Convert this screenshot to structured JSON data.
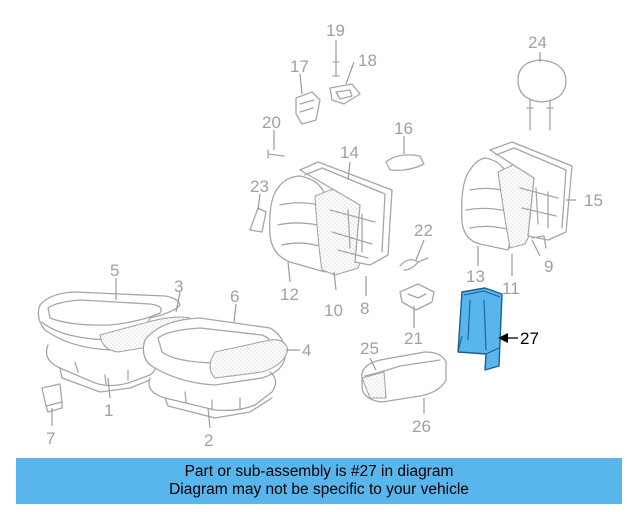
{
  "diagram": {
    "callouts": {
      "c1": "1",
      "c2": "2",
      "c3": "3",
      "c4": "4",
      "c5": "5",
      "c6": "6",
      "c7": "7",
      "c8": "8",
      "c9": "9",
      "c10": "10",
      "c11": "11",
      "c12": "12",
      "c13": "13",
      "c14": "14",
      "c15": "15",
      "c16": "16",
      "c17": "17",
      "c18": "18",
      "c19": "19",
      "c20": "20",
      "c21": "21",
      "c22": "22",
      "c23": "23",
      "c24": "24",
      "c25": "25",
      "c26": "26",
      "c27": "27"
    },
    "highlight_color": "#59b6ed",
    "line_color": "#a6a6a6"
  },
  "banner": {
    "line1": "Part or sub-assembly is #27 in diagram",
    "line2": "Diagram may not be specific to your vehicle",
    "background": "#59b6ed"
  }
}
